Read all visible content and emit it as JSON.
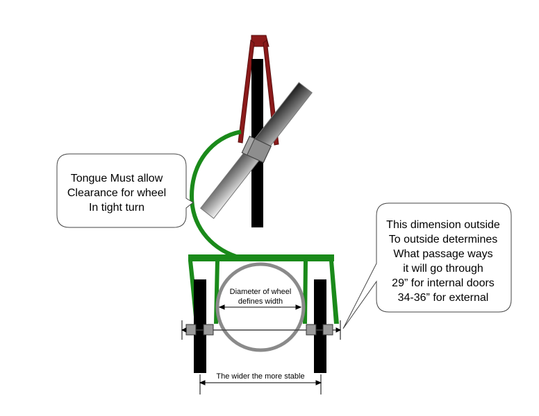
{
  "callouts": {
    "tongue": {
      "lines": [
        "Tongue Must allow",
        "Clearance for wheel",
        "In tight turn"
      ]
    },
    "passage": {
      "lines": [
        "This dimension outside",
        "To outside determines",
        "What passage ways",
        "it will go through",
        "29” for internal doors",
        "34-36” for external"
      ]
    }
  },
  "labels": {
    "wheel_diameter": [
      "Diameter of wheel",
      "defines width"
    ],
    "stability": "The wider the more stable"
  },
  "colors": {
    "frame": "#1a8a1a",
    "fork": "#8b1a1a",
    "wheel": "#000000",
    "bolt": "#9a9a9a",
    "rim": "#8a8a8a"
  }
}
